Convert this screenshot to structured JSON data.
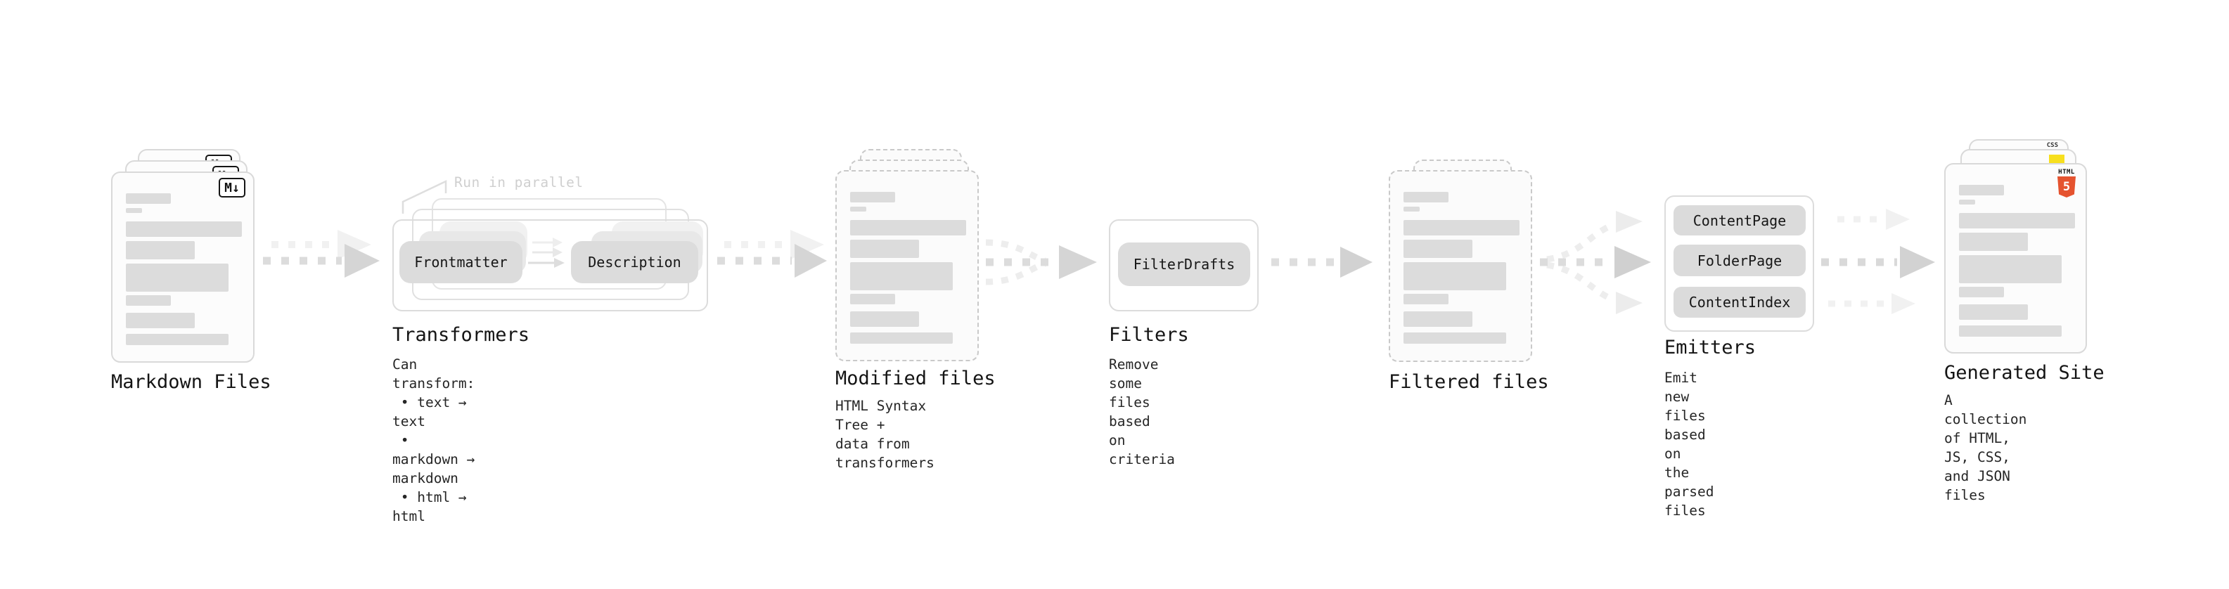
{
  "diagram": {
    "stages": {
      "markdown_files": {
        "label": "Markdown Files",
        "badge": "M↓",
        "file_count": 3
      },
      "transformers": {
        "label": "Transformers",
        "annotation": "Run in parallel",
        "node_left": "Frontmatter",
        "node_right": "Description",
        "description": "Can transform:\n • text → text\n • markdown → markdown\n • html → html"
      },
      "modified_files": {
        "label": "Modified files",
        "description": "HTML Syntax Tree +\ndata from transformers"
      },
      "filters": {
        "label": "Filters",
        "node": "FilterDrafts",
        "description": "Remove some files based\non criteria"
      },
      "filtered_files": {
        "label": "Filtered files"
      },
      "emitters": {
        "label": "Emitters",
        "node_1": "ContentPage",
        "node_2": "FolderPage",
        "node_3": "ContentIndex",
        "description": "Emit new files based on\nthe parsed files"
      },
      "generated_site": {
        "label": "Generated Site",
        "description": "A collection of HTML,\nJS, CSS, and JSON files",
        "css_badge": "CSS",
        "html_badge_label": "HTML",
        "html_badge_number": "5"
      }
    },
    "colors": {
      "html5_orange": "#e5532f",
      "js_yellow": "#f7df1e",
      "css_blue": "#2d6bf0",
      "markdown_badge_border": "#151515",
      "card_border": "#d9d9d9",
      "dashed_card_border": "#c9c9c9",
      "placeholder_bar": "#dcdcdc",
      "chip_fill": "#dcdcdc",
      "arrow_gray": "#d5d5d5",
      "arrow_light": "#f0f0f0",
      "label_text": "#141414",
      "annotation_text": "#cfcfcf"
    }
  }
}
